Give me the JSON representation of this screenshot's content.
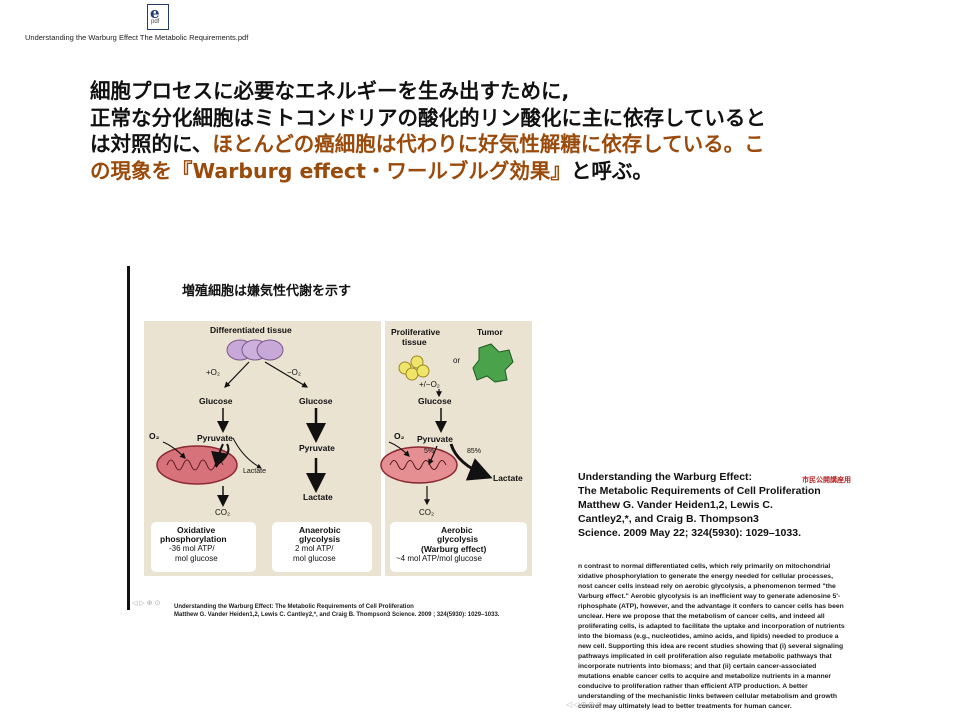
{
  "header": {
    "pdf_icon_label": "pdf",
    "filename": "Understanding the Warburg Effect The Metabolic Requirements.pdf"
  },
  "heading": {
    "line1": "細胞プロセスに必要なエネルギーを生み出すために,",
    "line2": "正常な分化細胞はミトコンドリアの酸化的リン酸化に主に依存していると",
    "line3_a": "は対照的に、",
    "line3_b": "ほとんどの癌細胞は代わりに好気性解糖に依存している。こ",
    "line4_a": "の現象を『Warburg effect・ワールブルグ効果』",
    "line4_b": "と呼ぶ。"
  },
  "figure": {
    "title": "増殖細胞は嫌気性代謝を示す",
    "left": {
      "tissue": "Differentiated tissue",
      "o2_plus": "+O₂",
      "o2_minus": "−O₂",
      "glucose": "Glucose",
      "pyruvate": "Pyruvate",
      "o2": "O₂",
      "lactate": "Lactate",
      "co2": "CO₂",
      "box1": [
        "Oxidative",
        "phosphorylation",
        "-36 mol ATP/",
        "mol glucose"
      ]
    },
    "middle": {
      "glucose": "Glucose",
      "pyruvate": "Pyruvate",
      "lactate": "Lactate",
      "box2": [
        "Anaerobic",
        "glycolysis",
        "2 mol ATP/",
        "mol glucose"
      ]
    },
    "right": {
      "prolif": "Proliferative",
      "tissue": "tissue",
      "or": "or",
      "tumor": "Tumor",
      "o2_pm": "+/−O₂",
      "glucose": "Glucose",
      "o2": "O₂",
      "pyruvate": "Pyruvate",
      "pct5": "5%",
      "pct85": "85%",
      "lactate": "Lactate",
      "co2": "CO₂",
      "box3": [
        "Aerobic",
        "glycolysis",
        "(Warburg effect)",
        "~4 mol ATP/mol glucose"
      ]
    },
    "footer1": "Understanding the Warburg Effect:  The Metabolic Requirements of Cell Proliferation",
    "footer2": "Matthew G. Vander Heiden1,2, Lewis C. Cantley2,*, and Craig B. Thompson3 Science. 2009 ; 324(5930): 1029–1033.",
    "controls": "◁ ▷ ⊕ ⊙"
  },
  "paper": {
    "badge": "市民公開講座用",
    "title_lines": [
      "Understanding the Warburg Effect:",
      "The Metabolic Requirements of Cell Proliferation",
      "Matthew G. Vander Heiden1,2, Lewis C.",
      "Cantley2,*, and Craig B. Thompson3",
      "Science. 2009 May 22; 324(5930): 1029–1033."
    ],
    "abstract_lines": [
      "n contrast to normal differentiated cells, which rely primarily on mitochondrial",
      "xidative  phosphorylation to generate the energy needed for cellular processes,",
      "nost cancer cells instead rely on aerobic glycolysis, a phenomenon termed \"the",
      "Varburg effect.\" Aerobic glycolysis is an inefficient way to generate adenosine 5'-",
      "riphosphate (ATP), however, and the advantage it confers to cancer cells has been",
      "unclear. Here we propose that the metabolism of cancer cells, and indeed all",
      "proliferating cells, is adapted to facilitate the uptake and incorporation of nutrients",
      "into the biomass (e.g., nucleotides, amino acids, and lipids) needed to produce a",
      "new cell. Supporting this idea are recent studies showing that (i) several signaling",
      "pathways implicated in cell proliferation also regulate metabolic pathways that",
      "incorporate nutrients into biomass; and that (ii) certain cancer-associated",
      "mutations enable cancer cells to acquire and metabolize nutrients in a manner",
      "conducive to proliferation rather than efficient ATP production. A better",
      "understanding of the mechanistic links between cellular metabolism and growth",
      "control may ultimately lead to better treatments for human cancer."
    ]
  },
  "bottom_icons": "◁◁⊕⊙⊙"
}
